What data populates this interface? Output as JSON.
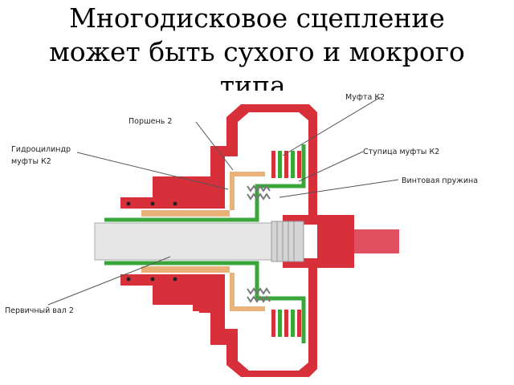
{
  "title": {
    "line1": "Многодисковое сцепление",
    "line2": "может быть сухого и мокрого",
    "line3": "типа."
  },
  "labels": {
    "mufta_k2": "Муфта К2",
    "porshen_2": "Поршень 2",
    "gidro_line1": "Гидроцилиндр",
    "gidro_line2": "муфты К2",
    "stupica": "Ступица муфты К2",
    "pruzhina": "Винтовая пружина",
    "perv_val": "Первичный вал 2"
  },
  "colors": {
    "housing": "#d8303a",
    "hub": "#3aa63a",
    "piston": "#e8b278",
    "shaft": "#e6e6e6",
    "leader": "#555555"
  }
}
